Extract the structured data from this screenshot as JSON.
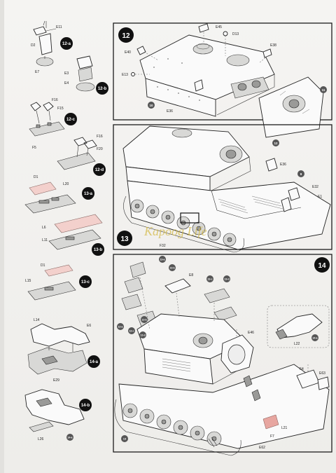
{
  "watermark": "Kapoog Life",
  "steps": {
    "s12": "12",
    "s13": "13",
    "s14": "14",
    "s12a": "12-a",
    "s12b": "12-b",
    "s12c": "12-c",
    "s12d": "12-d",
    "s13a": "13-a",
    "s13b": "13-b",
    "s13c": "13-c",
    "s14a": "14-a",
    "s14b": "14-b"
  },
  "left_labels": {
    "e11": "E11",
    "d2": "D2",
    "e7": "E7",
    "e3": "E3",
    "e4": "E4",
    "f16a": "F16",
    "f15": "F15",
    "f5": "F5",
    "f16b": "F16",
    "f20": "F20",
    "d1a": "D1",
    "l20": "L20",
    "l6": "L6",
    "l11": "L11",
    "d1b": "D1",
    "l15": "L15",
    "l14": "L14",
    "e6": "E6",
    "e29": "E29",
    "l26": "L26"
  },
  "panel12_labels": {
    "e45": "E45",
    "d13": "D13",
    "e40": "E40",
    "e38": "E38",
    "e13": "E13",
    "e36": "E36",
    "c11": "11",
    "c10": "10"
  },
  "panel13_labels": {
    "c12": "12",
    "e36": "E36",
    "c9": "9",
    "e32": "E32",
    "e1": "E1",
    "f32": "F32",
    "c6": "6"
  },
  "panel14_labels": {
    "c13a": "13-a",
    "c13b": "13-b",
    "c13c": "13-c",
    "c13d": "13-d",
    "c12a": "12-a",
    "c12c": "12-c",
    "c12d": "12-d",
    "c12b": "12-b",
    "e8": "E8",
    "e46": "E46",
    "l22": "L22",
    "c14a": "14-a",
    "f4": "F4",
    "e63": "E63",
    "f7": "F7",
    "l21": "L21",
    "e62": "E62",
    "c13": "13"
  }
}
